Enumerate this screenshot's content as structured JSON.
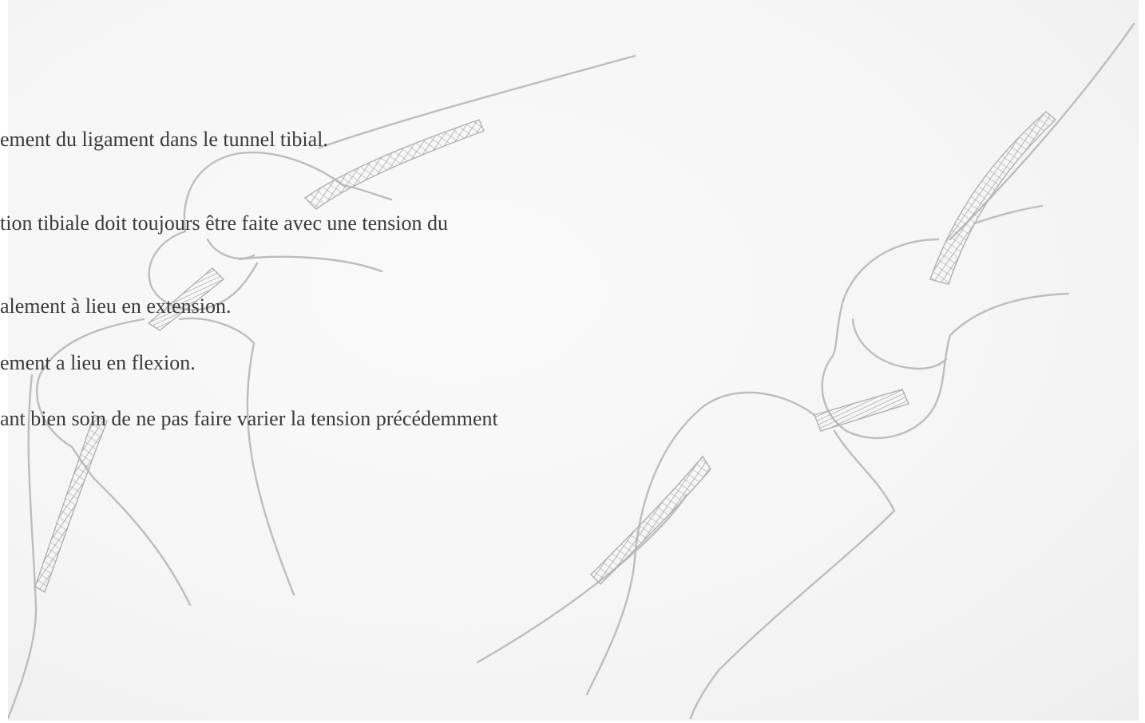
{
  "text_lines": [
    "ement du ligament dans le tunnel tibial.",
    "tion tibiale doit toujours être faite avec une tension du",
    "alement à lieu en extension.",
    "ement a lieu en flexion.",
    "ant bien soin de ne pas faire varier la tension précédemment"
  ],
  "colors": {
    "paper": "#f6f6f6",
    "pencil": "#bdbdbd",
    "text": "#3a3a3a"
  }
}
